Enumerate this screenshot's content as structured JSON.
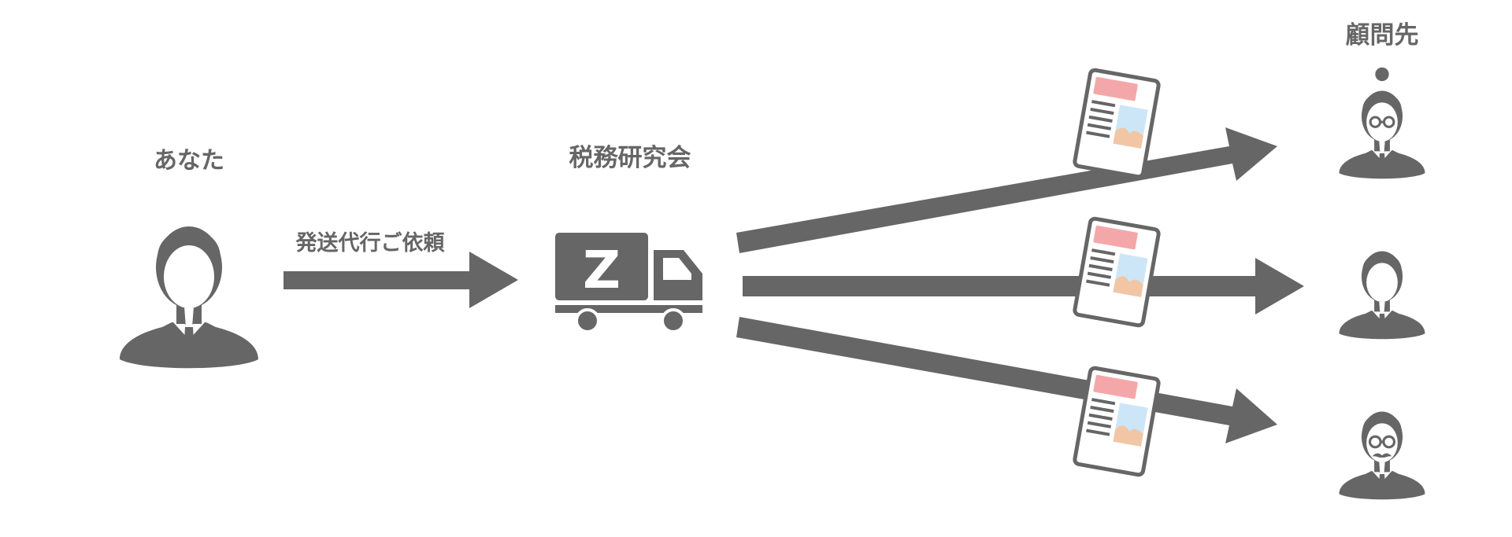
{
  "colors": {
    "primary": "#666666",
    "header_pink": "#f4a7a9",
    "image_blue": "#cde6f7",
    "image_peach": "#f2c6a4",
    "background": "#ffffff"
  },
  "nodes": {
    "you": {
      "label": "あなた",
      "icon": "businessman-icon"
    },
    "tax_association": {
      "label": "税務研究会",
      "icon": "delivery-truck-icon",
      "truck_letter": "Z"
    },
    "clients": {
      "label": "顧問先",
      "people": [
        {
          "icon": "woman-with-glasses-icon"
        },
        {
          "icon": "businessman-icon"
        },
        {
          "icon": "man-with-glasses-mustache-icon"
        }
      ]
    }
  },
  "edges": {
    "request": {
      "label": "発送代行ご依頼",
      "from": "you",
      "to": "tax_association"
    },
    "deliveries": [
      {
        "to": "client-1",
        "icon": "newsletter-icon"
      },
      {
        "to": "client-2",
        "icon": "newsletter-icon"
      },
      {
        "to": "client-3",
        "icon": "newsletter-icon"
      }
    ]
  }
}
